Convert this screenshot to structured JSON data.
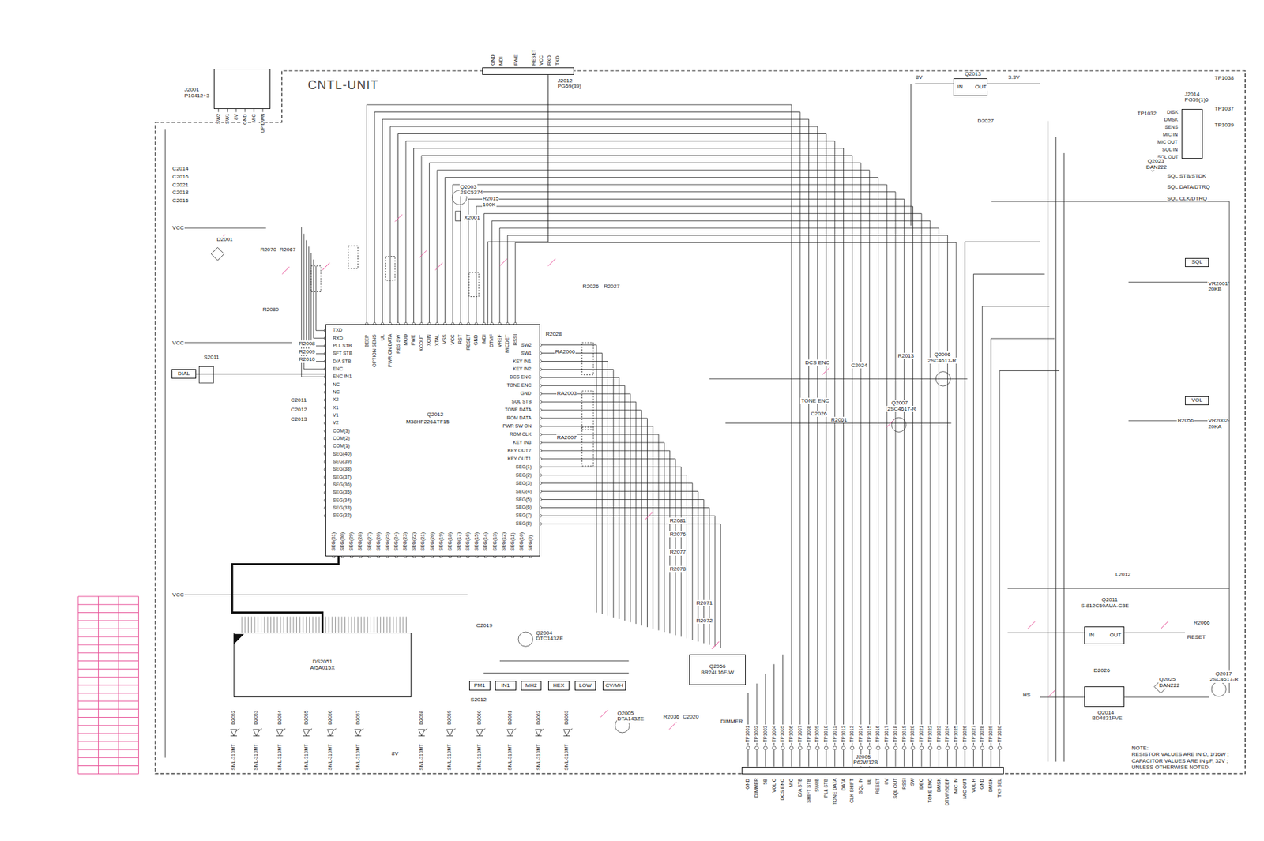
{
  "diagram": {
    "nodes": [
      {
        "text": [
          "CNTL-UNIT"
        ]
      },
      {
        "text": [
          "J2001",
          "P10412+3"
        ]
      },
      {
        "text": [
          "J2012",
          "PG59(39)"
        ]
      },
      {
        "text": [
          "DIAL"
        ],
        "in": 0
      },
      {
        "text": [
          "Q2012",
          "M38HF226&TF15"
        ],
        "in": 0
      },
      {
        "text": [
          "DS2051",
          "AI5A015X"
        ],
        "in": 0
      },
      {
        "text": [
          "Q2056",
          "BR24L16F-W"
        ],
        "in": 0
      },
      {
        "text": [
          "PM1"
        ],
        "in": 0
      },
      {
        "text": [
          "IN1"
        ],
        "in": 0
      },
      {
        "text": [
          "MH2"
        ],
        "in": 0
      },
      {
        "text": [
          "HEX"
        ],
        "in": 0
      },
      {
        "text": [
          "LOW"
        ],
        "in": 0
      },
      {
        "text": [
          "CV/MH"
        ],
        "in": 0
      },
      {
        "text": [
          "J2014",
          "PG59(1)6"
        ],
        "in": 0
      },
      {
        "text": [
          "SQL"
        ],
        "in": 0
      },
      {
        "text": [
          "VOL"
        ],
        "in": 0
      },
      {
        "text": [
          "Q2011",
          "S-812C50AUA-C3E",
          "IN",
          "OUT"
        ],
        "in": 0
      },
      {
        "text": [
          "Q2014",
          "BD4831FVE"
        ],
        "in": 0
      },
      {
        "text": [
          "Q2013",
          "IN",
          "OUT"
        ],
        "in": 0
      },
      {
        "text": [
          "J2005",
          "P62W12B"
        ],
        "in": 0
      }
    ],
    "edges": [
      {
        "from": 4,
        "to": 5,
        "arrow": "none"
      },
      {
        "from": 4,
        "to": 2,
        "arrow": "none"
      },
      {
        "from": 3,
        "to": 4,
        "arrow": "none"
      }
    ],
    "labels": [
      "TXD",
      "RXD",
      "PLL STB",
      "SFT STB",
      "D/A STB",
      "ENC",
      "ENC IN1",
      "NC",
      "NC",
      "X2",
      "X1",
      "V1",
      "V2",
      "COM(3)",
      "COM(2)",
      "COM(1)",
      "SEG(40)",
      "SEG(39)",
      "SEG(38)",
      "SEG(37)",
      "SEG(36)",
      "SEG(35)",
      "SEG(34)",
      "SEG(33)",
      "SEG(32)",
      "SW2",
      "SW1",
      "KEY IN1",
      "KEY IN2",
      "DCS ENC",
      "TONE ENC",
      "GND",
      "SQL STB",
      "TONE DATA",
      "ROM DATA",
      "PWR SW ON",
      "ROM CLK",
      "KEY IN3",
      "KEY OUT2",
      "KEY OUT1",
      "SEG(1)",
      "SEG(2)",
      "SEG(3)",
      "SEG(4)",
      "SEG(5)",
      "SEG(6)",
      "SEG(7)",
      "SEG(8)",
      "BEEP",
      "OPTION SENS",
      "UL",
      "PWR ON DATA",
      "RES SW",
      "MOD",
      "FWE",
      "XCOUT",
      "XCIN",
      "XTAL",
      "VSS",
      "VCC",
      "RST",
      "RESET",
      "GND",
      "MDI",
      "DTMF",
      "VREF",
      "MICDET",
      "RSSI",
      "SEG(31)",
      "SEG(30)",
      "SEG(29)",
      "SEG(28)",
      "SEG(27)",
      "SEG(26)",
      "SEG(25)",
      "SEG(24)",
      "SEG(23)",
      "SEG(22)",
      "SEG(21)",
      "SEG(20)",
      "SEG(19)",
      "SEG(18)",
      "SEG(17)",
      "SEG(16)",
      "SEG(15)",
      "SEG(14)",
      "SEG(13)",
      "SEG(12)",
      "SEG(11)",
      "SEG(10)",
      "SEG(9)",
      "GND",
      "MDI",
      "FWE",
      "RESET",
      "VCC",
      "RXD",
      "TXD",
      "SW2",
      "SW1",
      "8V",
      "GND",
      "MIC",
      "UP/DWN",
      "DISK",
      "DMSK",
      "SENS",
      "MIC IN",
      "MIC OUT",
      "SQL IN",
      "SQL OUT",
      "GND",
      "DIMMER",
      "5B",
      "VOL C",
      "DCS ENC",
      "MIC",
      "D/A STB",
      "SHIFT STB",
      "SW8B",
      "PLL STB",
      "TONE DATA",
      "DATA",
      "CLK SHIFT",
      "SQL IN",
      "UL",
      "RESET",
      "8V",
      "SQL OUT",
      "RSSI",
      "SW",
      "IDEC",
      "TONE ENC",
      "DMSK",
      "DTMF/BEEP",
      "MIC IN",
      "MIC OUT",
      "VOL H",
      "GND",
      "DMSK",
      "TX9 SEL",
      "TP1001",
      "TP1002",
      "TP1003",
      "TP1004",
      "TP1005",
      "TP1006",
      "TP1007",
      "TP1008",
      "TP1009",
      "TP1010",
      "TP1011",
      "TP1012",
      "TP1013",
      "TP1014",
      "TP1015",
      "TP1016",
      "TP1017",
      "TP1018",
      "TP1019",
      "TP1020",
      "TP1021",
      "TP1022",
      "TP1023",
      "TP1024",
      "TP1025",
      "TP1026",
      "TP1027",
      "TP1028",
      "TP1029",
      "TP1030",
      "SML-310MT",
      "SML-310MT",
      "SML-310MT",
      "SML-310MT",
      "SML-310MT",
      "SML-310MT",
      "SML-310MT",
      "SML-310MT",
      "SML-310MT",
      "SML-310MT",
      "SML-310MT",
      "SML-310MT",
      "D2052",
      "D2053",
      "D2054",
      "D2055",
      "D2056",
      "D2057",
      "D2058",
      "D2059",
      "D2060",
      "D2061",
      "D2062",
      "D2063",
      "C2014",
      "C2016",
      "C2021",
      "C2018",
      "C2015",
      "VCC",
      "VCC",
      "VCC",
      "D2001",
      "R2080",
      "R2070",
      "R2067",
      "S2011",
      "R2008",
      "R2009",
      "R2010",
      "C2011",
      "C2012",
      "C2013",
      "Q2003",
      "2SC5374",
      "R2015",
      "100K",
      "X2001",
      "R2026",
      "R2027",
      "R2028",
      "RA2006",
      "RA2003",
      "RA2007",
      "DCS ENC",
      "TONE ENC",
      "C2024",
      "R2013",
      "Q2006",
      "2SC4617-R",
      "Q2007",
      "2SC4617-R",
      "C2026",
      "R2061",
      "R2081",
      "R2076",
      "R2077",
      "R2078",
      "R2071",
      "R2072",
      "Q2004",
      "DTC143ZE",
      "C2019",
      "S2012",
      "Q2005",
      "DTA143ZE",
      "R2036",
      "C2020",
      "DIMMER",
      "8V",
      "8V",
      "3.3V",
      "D2027",
      "TP1038",
      "TP1037",
      "TP1039",
      "TP1032",
      "Q2023",
      "DAN222",
      "SQL STB/STDK",
      "SQL DATA/DTRQ",
      "SQL CLK/DTRQ",
      "VR2001",
      "20KB",
      "R2056",
      "VR2002",
      "20KA",
      "L2012",
      "D2026",
      "Q2025",
      "DAN222",
      "Q2017",
      "2SC4617-R",
      "R2066",
      "RESET",
      "HS",
      "NOTE:",
      "RESISTOR VALUES ARE IN Ω, 1/16W ;",
      "CAPACITOR VALUES ARE IN μF, 32V ;",
      "UNLESS OTHERWISE NOTED."
    ]
  }
}
